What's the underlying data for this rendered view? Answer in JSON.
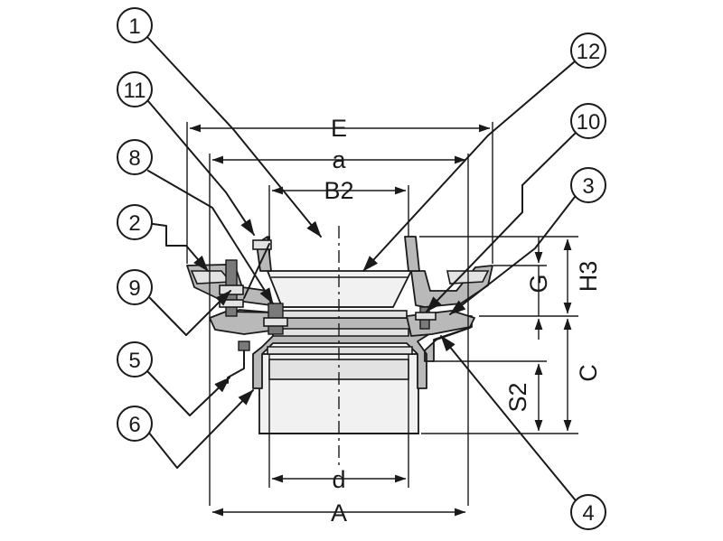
{
  "dimensions": {
    "E": "E",
    "a": "a",
    "B2": "B2",
    "d": "d",
    "A": "A",
    "H3": "H3",
    "G": "G",
    "C": "C",
    "S2": "S2"
  },
  "callouts": {
    "c1": "1",
    "c2": "2",
    "c3": "3",
    "c4": "4",
    "c5": "5",
    "c6": "6",
    "c8": "8",
    "c9": "9",
    "c10": "10",
    "c11": "11",
    "c12": "12"
  }
}
